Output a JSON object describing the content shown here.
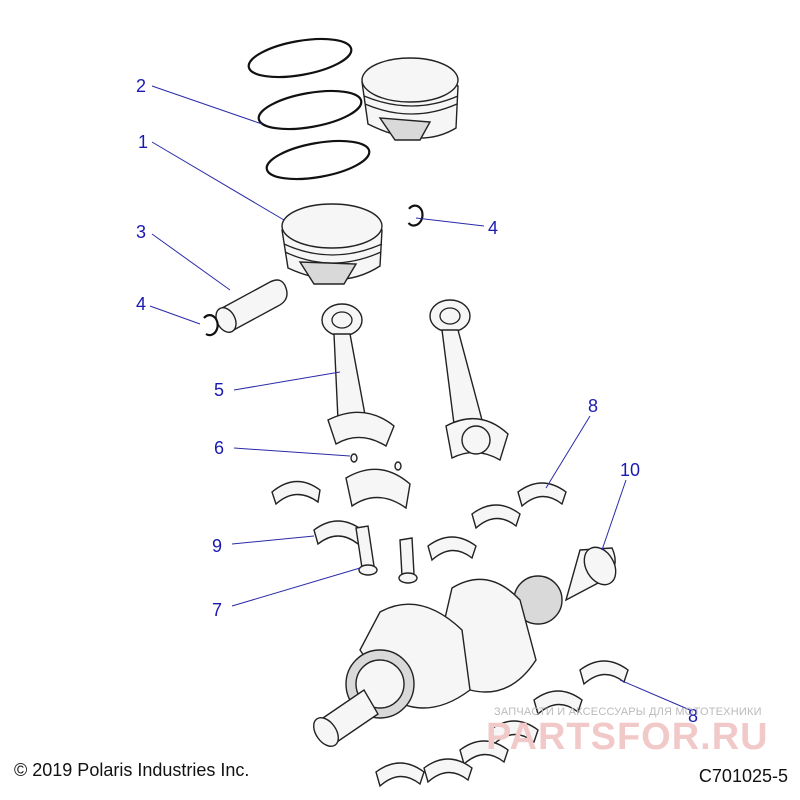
{
  "callouts": [
    {
      "id": "1",
      "label": "1"
    },
    {
      "id": "2",
      "label": "2"
    },
    {
      "id": "3",
      "label": "3"
    },
    {
      "id": "4a",
      "label": "4"
    },
    {
      "id": "4b",
      "label": "4"
    },
    {
      "id": "5",
      "label": "5"
    },
    {
      "id": "6",
      "label": "6"
    },
    {
      "id": "7",
      "label": "7"
    },
    {
      "id": "8a",
      "label": "8"
    },
    {
      "id": "8b",
      "label": "8"
    },
    {
      "id": "9",
      "label": "9"
    },
    {
      "id": "10",
      "label": "10"
    }
  ],
  "footer": {
    "copyright": "© 2019 Polaris Industries Inc.",
    "figure_id": "C701025-5"
  },
  "watermark": {
    "tagline": "ЗАПЧАСТИ И АКСЕССУАРЫ ДЛЯ МОТОТЕХНИКИ",
    "logo": "PARTSFOR.RU"
  }
}
